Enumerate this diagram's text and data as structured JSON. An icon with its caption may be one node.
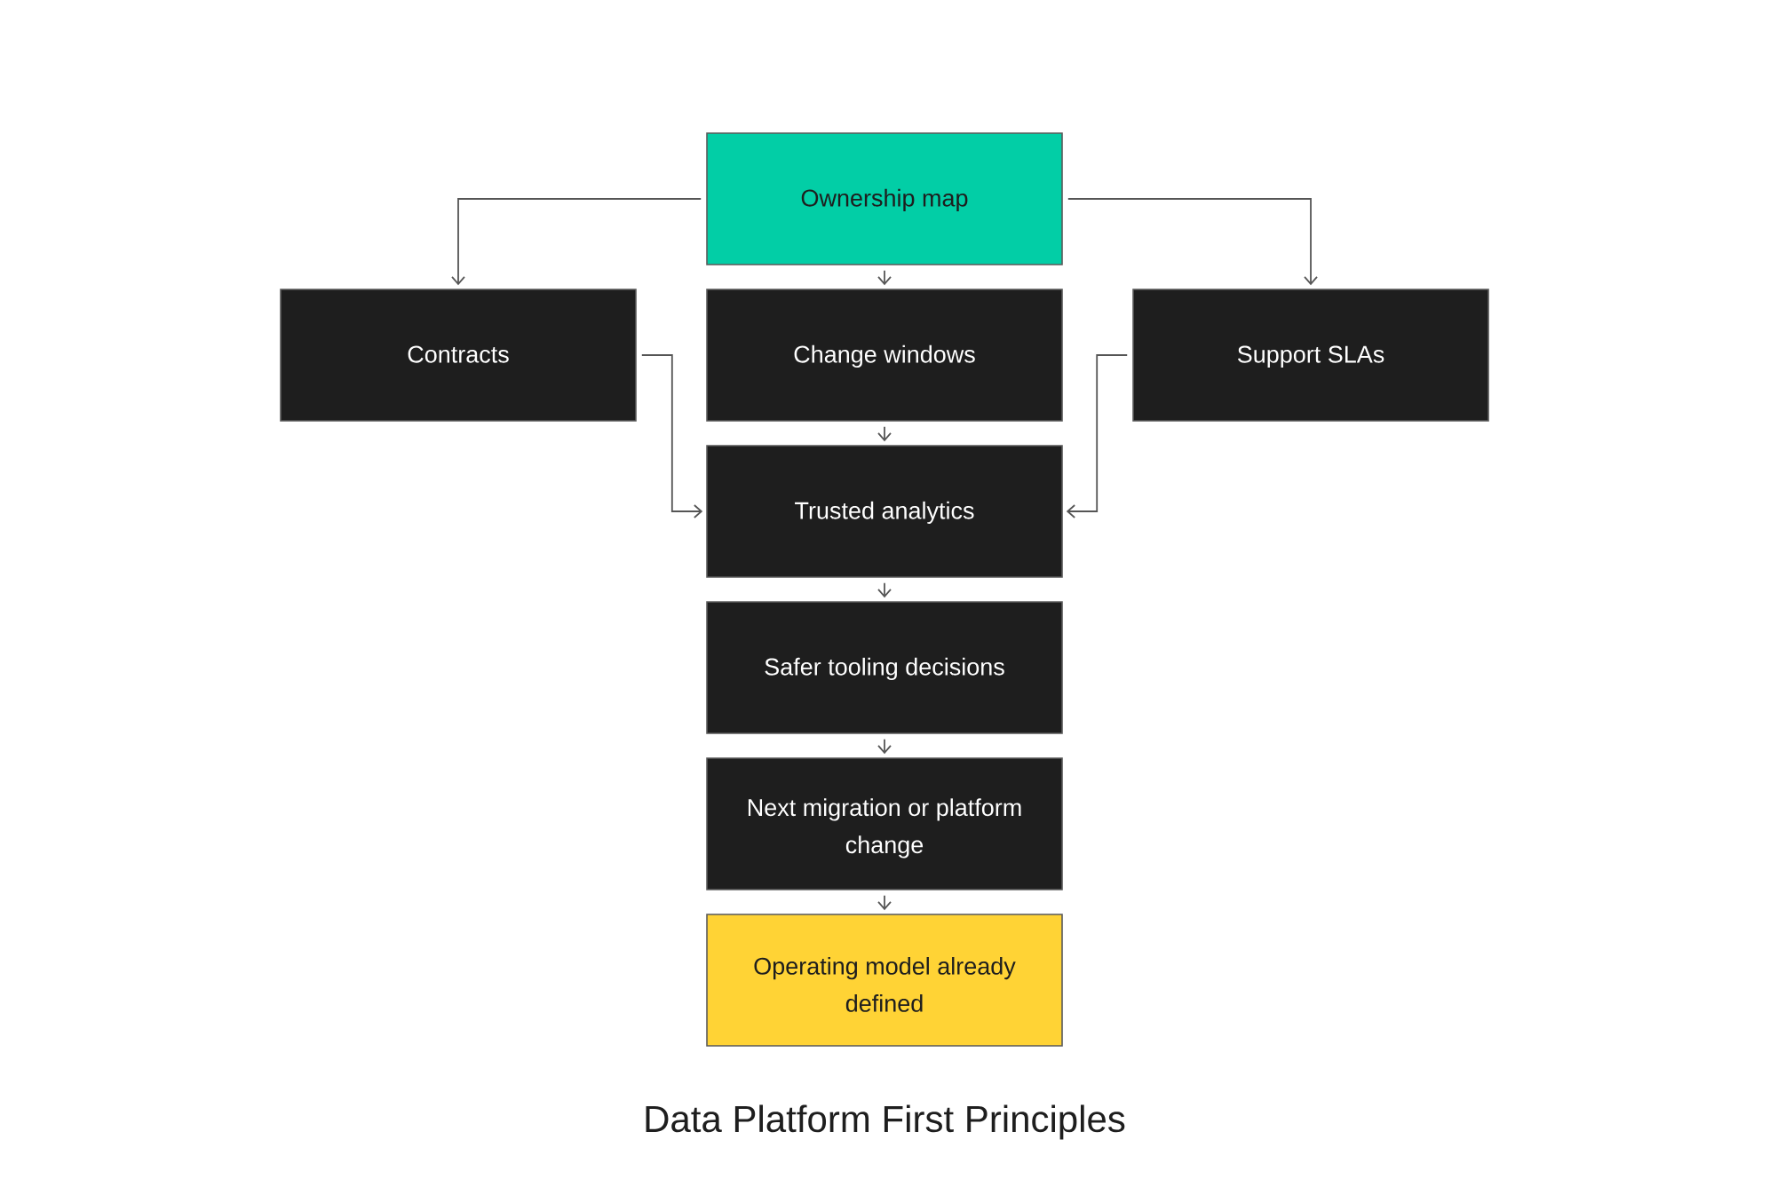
{
  "diagram": {
    "caption": "Data Platform First Principles",
    "nodes": [
      {
        "text": [
          "Ownership map"
        ]
      },
      {
        "text": [
          "Contracts"
        ]
      },
      {
        "text": [
          "Change windows"
        ]
      },
      {
        "text": [
          "Support SLAs"
        ]
      },
      {
        "text": [
          "Trusted analytics"
        ]
      },
      {
        "text": [
          "Safer tooling decisions"
        ]
      },
      {
        "text": [
          "Next migration or platform change"
        ]
      },
      {
        "text": [
          "Operating model already defined"
        ]
      }
    ],
    "edges": [
      {
        "from": 0,
        "to": 1,
        "arrow": "to"
      },
      {
        "from": 0,
        "to": 2,
        "arrow": "to"
      },
      {
        "from": 0,
        "to": 3,
        "arrow": "to"
      },
      {
        "from": 1,
        "to": 4,
        "arrow": "to"
      },
      {
        "from": 2,
        "to": 4,
        "arrow": "to"
      },
      {
        "from": 3,
        "to": 4,
        "arrow": "to"
      },
      {
        "from": 4,
        "to": 5,
        "arrow": "to"
      },
      {
        "from": 5,
        "to": 6,
        "arrow": "to"
      },
      {
        "from": 6,
        "to": 7,
        "arrow": "to"
      }
    ]
  }
}
